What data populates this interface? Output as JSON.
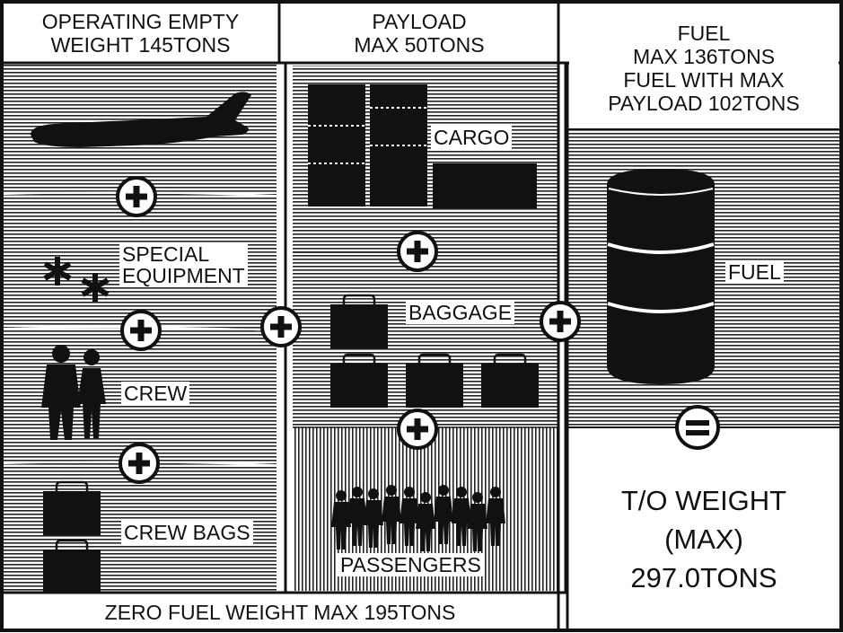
{
  "header": {
    "empty_weight": [
      "OPERATING EMPTY",
      "WEIGHT 145TONS"
    ],
    "payload": [
      "PAYLOAD",
      "MAX 50TONS"
    ],
    "fuel": [
      "FUEL",
      "MAX 136TONS",
      "FUEL WITH MAX",
      "PAYLOAD 102TONS"
    ]
  },
  "labels": {
    "special_equipment": [
      "SPECIAL",
      "EQUIPMENT"
    ],
    "crew": "CREW",
    "crew_bags": "CREW BAGS",
    "cargo": "CARGO",
    "baggage": "BAGGAGE",
    "passengers": "PASSENGERS",
    "fuel": "FUEL"
  },
  "result": [
    "T/O WEIGHT",
    "(MAX)",
    "297.0TONS"
  ],
  "footer": "ZERO FUEL WEIGHT MAX 195TONS",
  "symbols": {
    "plus": "+",
    "equals": "="
  },
  "icons": [
    "airplane-icon",
    "asterisk-icon",
    "person-icon",
    "bag-icon",
    "cargo-container-icon",
    "fuel-barrel-icon"
  ],
  "colors": {
    "ink": "#111111",
    "paper": "#ffffff"
  }
}
